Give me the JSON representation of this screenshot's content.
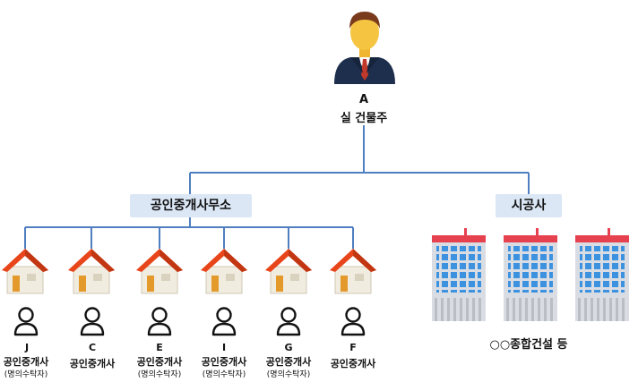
{
  "owner": {
    "letter": "A",
    "role": "실 건물주"
  },
  "branches": {
    "agency": "공인중개사무소",
    "contractor": "시공사"
  },
  "agents": [
    {
      "letter": "J",
      "title": "공인중개사",
      "note": "(명의수탁자)"
    },
    {
      "letter": "C",
      "title": "공인중개사",
      "note": ""
    },
    {
      "letter": "E",
      "title": "공인중개사",
      "note": "(명의수탁자)"
    },
    {
      "letter": "I",
      "title": "공인중개사",
      "note": "(명의수탁자)"
    },
    {
      "letter": "G",
      "title": "공인중개사",
      "note": "(명의수탁자)"
    },
    {
      "letter": "F",
      "title": "공인중개사",
      "note": ""
    }
  ],
  "contractor_label": "○○종합건설 등",
  "icons": {
    "owner": "businessman-icon",
    "house": "house-icon",
    "person": "person-outline-icon",
    "building": "office-building-icon"
  },
  "colors": {
    "connector": "#4f7fc0",
    "pill_bg": "#dbe7f5",
    "roof": "#e8451a",
    "building_window": "#3d92e0",
    "building_stripe": "#e5414f"
  }
}
